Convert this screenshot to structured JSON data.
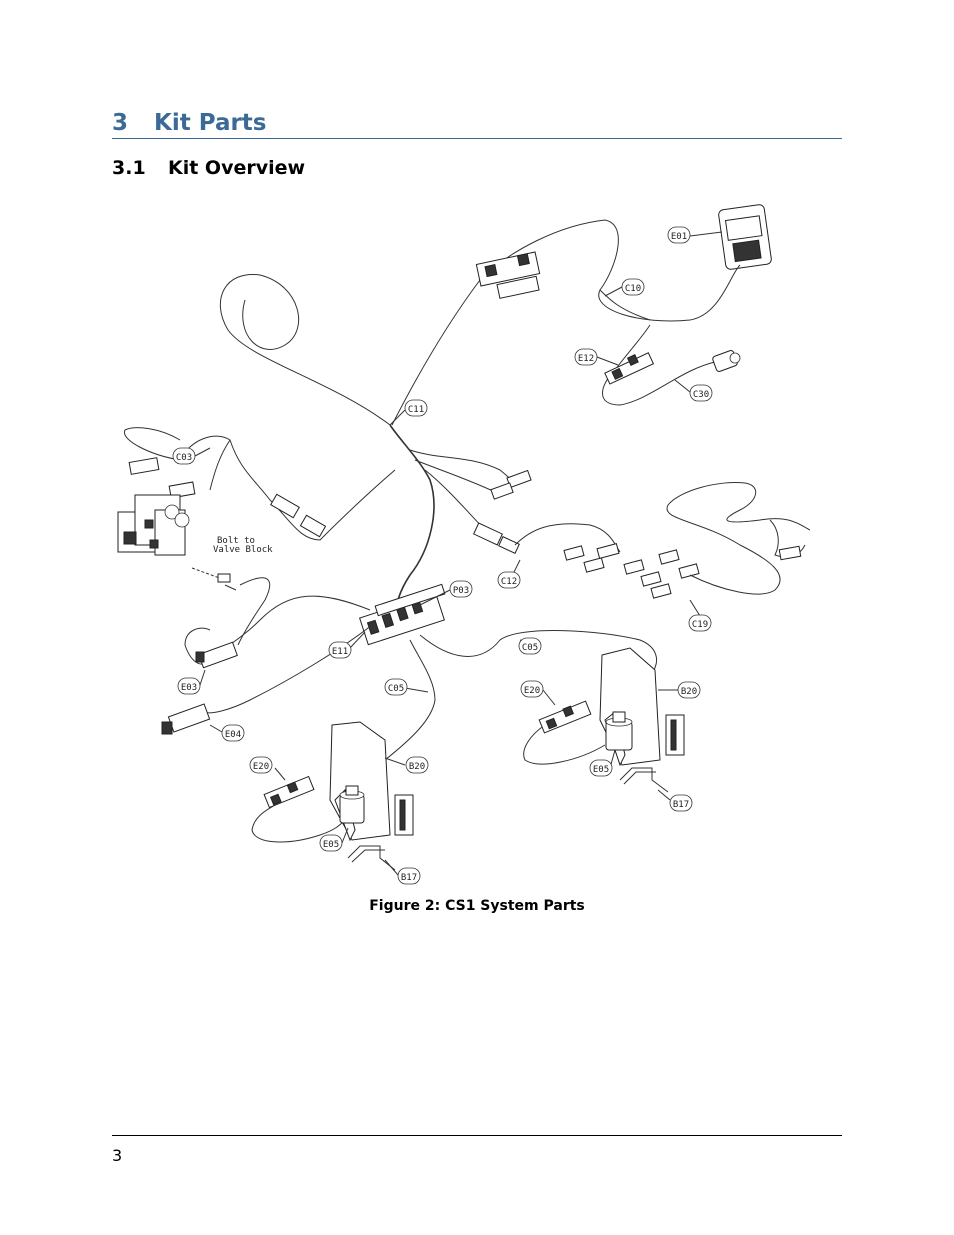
{
  "heading1": {
    "number": "3",
    "title": "Kit Parts"
  },
  "heading2": {
    "number": "3.1",
    "title": "Kit Overview"
  },
  "figure": {
    "caption": "Figure 2: CS1 System Parts",
    "note_line1": "Bolt to",
    "note_line2": "Valve Block",
    "labels": {
      "e01": "E01",
      "c10": "C10",
      "e12": "E12",
      "c30": "C30",
      "c11": "C11",
      "c03": "C03",
      "p03": "P03",
      "c12": "C12",
      "c19": "C19",
      "e11": "E11",
      "c05a": "C05",
      "c05b": "C05",
      "e03": "E03",
      "e04": "E04",
      "e20a": "E20",
      "b20a": "B20",
      "e05a": "E05",
      "b17a": "B17",
      "e20b": "E20",
      "b20b": "B20",
      "e05b": "E05",
      "b17b": "B17"
    }
  },
  "page_number": "3"
}
